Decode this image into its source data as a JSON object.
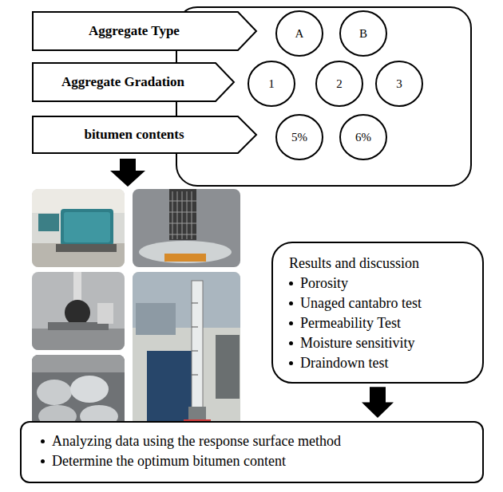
{
  "diagram": {
    "nodes": [
      {
        "text": [
          "Aggregate Type"
        ]
      },
      {
        "text": [
          "A"
        ]
      },
      {
        "text": [
          "B"
        ]
      },
      {
        "text": [
          "Aggregate Gradation"
        ]
      },
      {
        "text": [
          "1"
        ]
      },
      {
        "text": [
          "2"
        ]
      },
      {
        "text": [
          "3"
        ]
      },
      {
        "text": [
          "bitumen contents"
        ]
      },
      {
        "text": [
          "5%"
        ]
      },
      {
        "text": [
          "6%"
        ]
      },
      {
        "text": [
          "Results and discussion",
          "Porosity",
          "Unaged cantabro test",
          "Permeability Test",
          "Moisture sensitivity",
          "Draindown test"
        ]
      },
      {
        "text": [
          "Analyzing data using the response surface method",
          "Determine the optimum bitumen content"
        ]
      }
    ],
    "edges": [
      {
        "from": 10,
        "to": 11,
        "arrow": "to"
      }
    ]
  }
}
